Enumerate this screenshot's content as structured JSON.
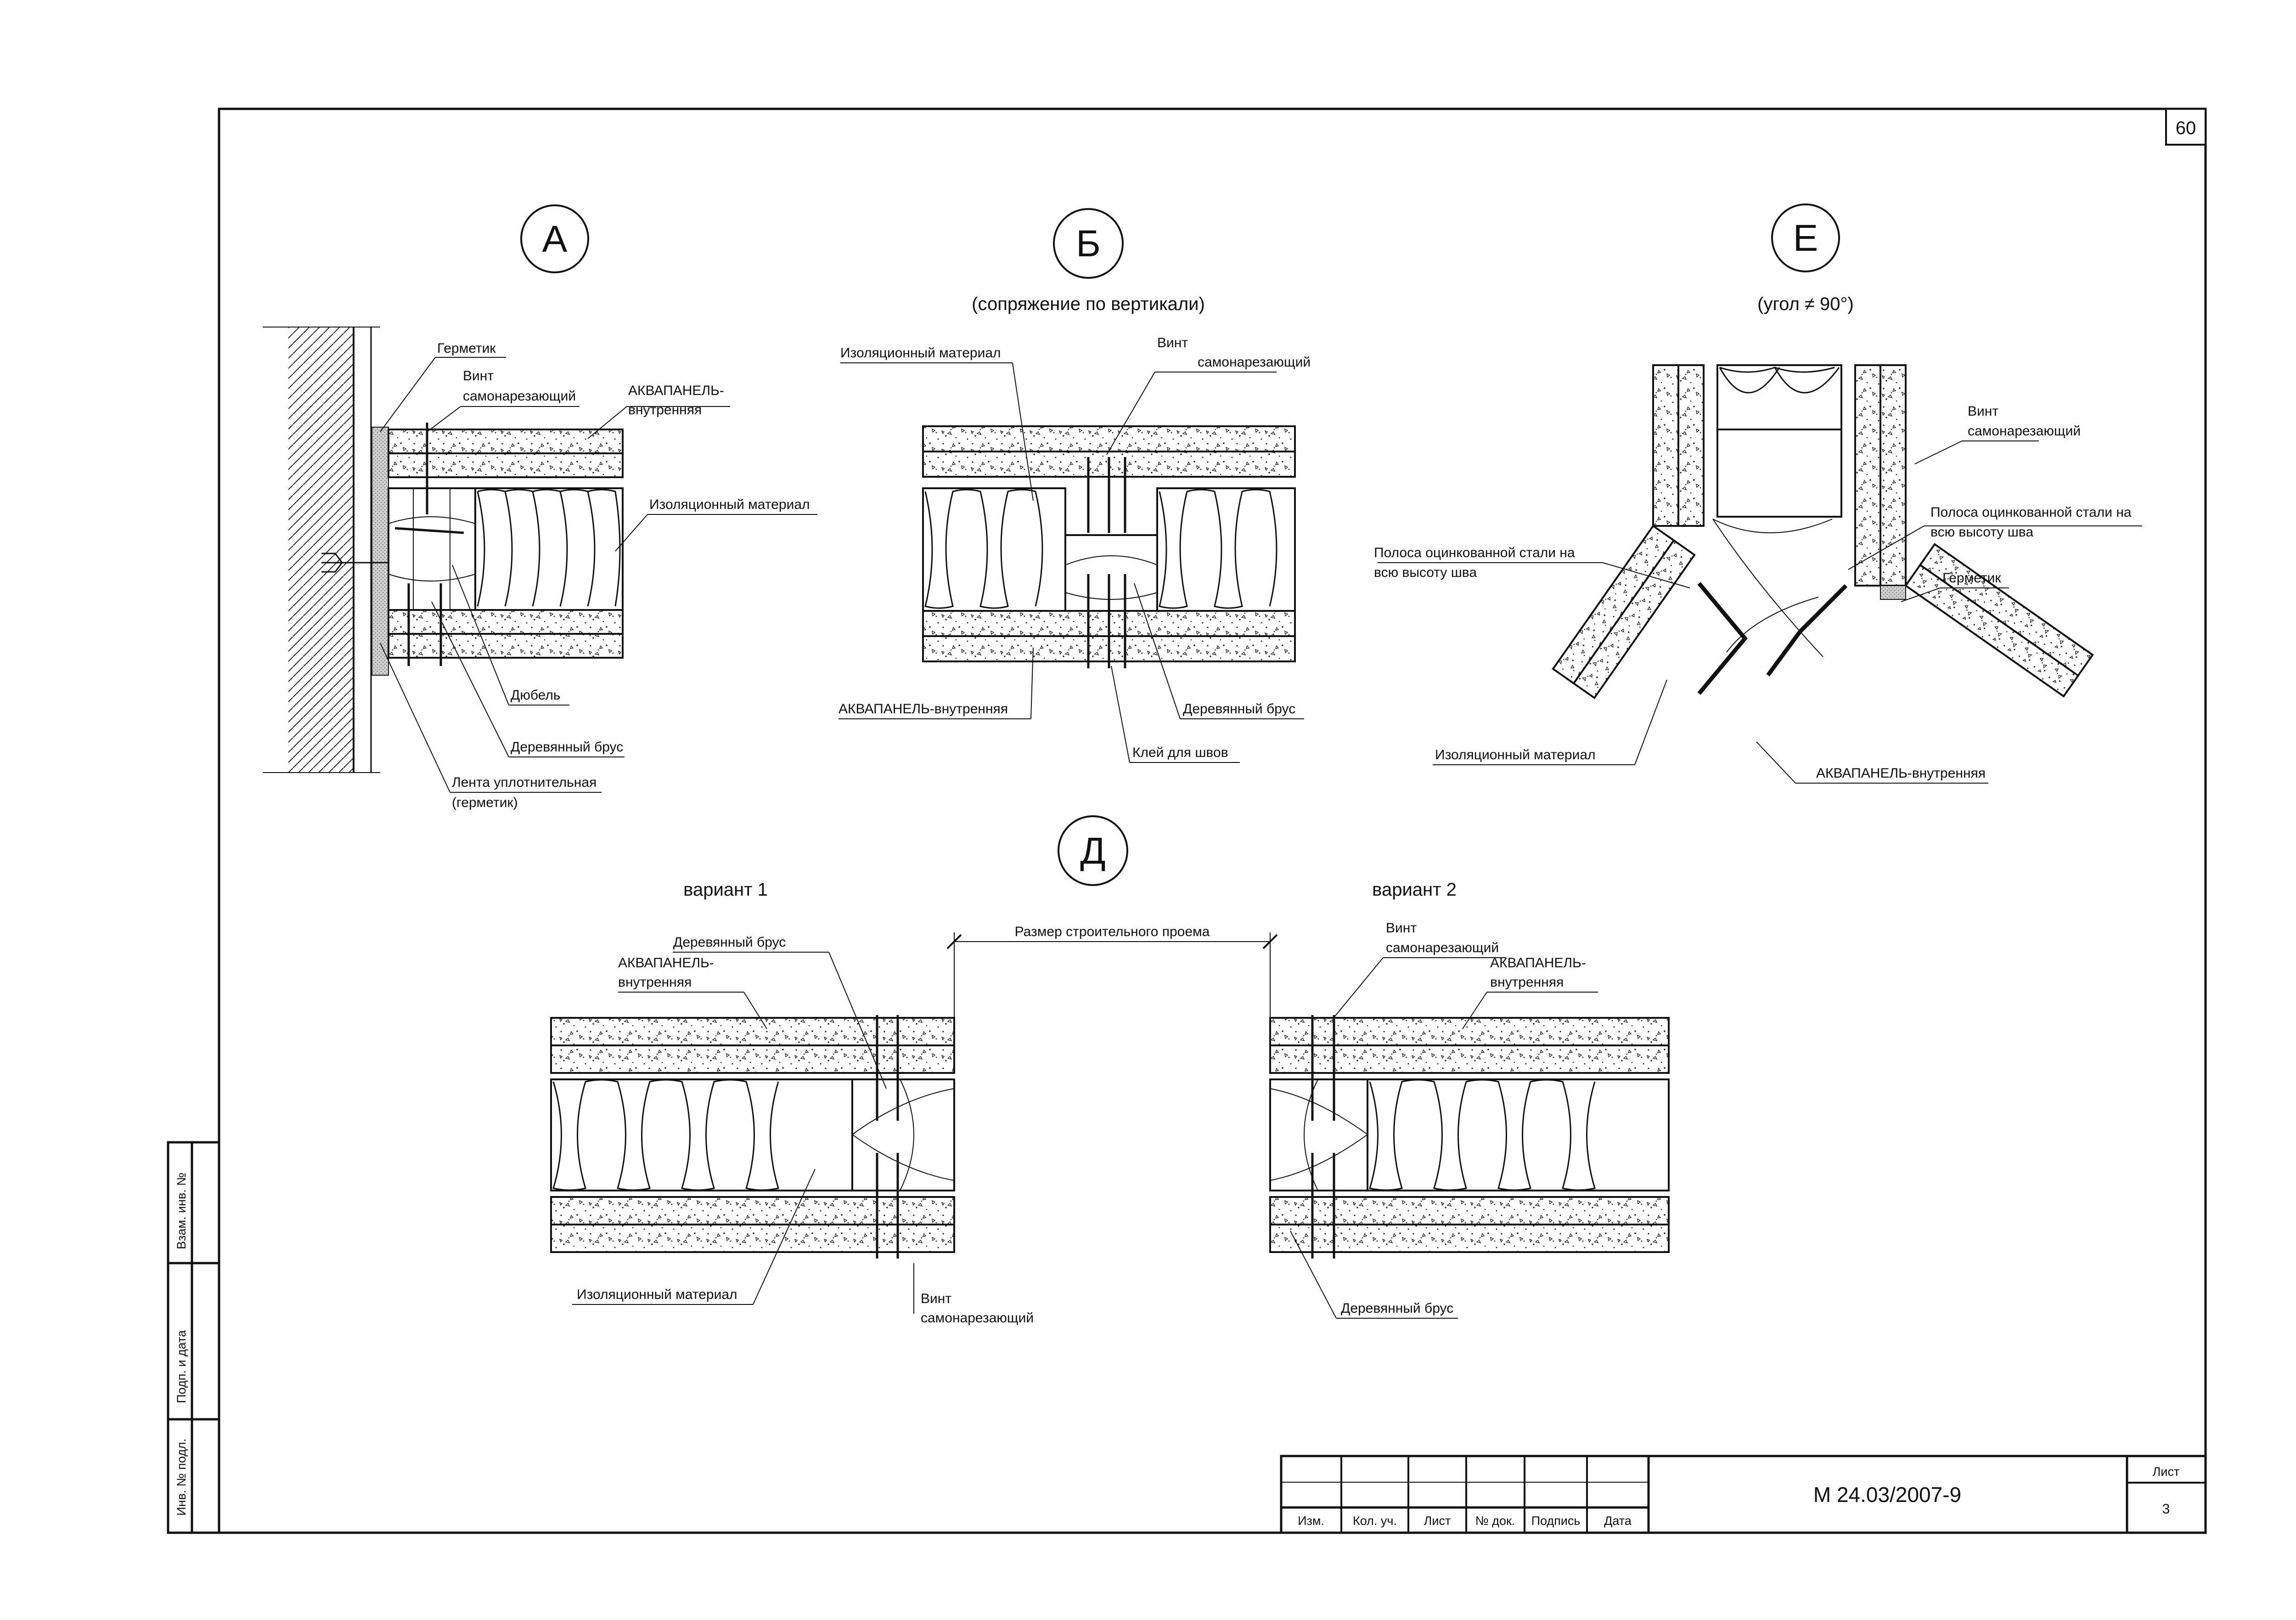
{
  "sheet_number": "60",
  "details": {
    "A": {
      "marker": "А",
      "labels": {
        "germetik": "Герметик",
        "vint_1": "Винт",
        "vint_2": "самонарезающий",
        "akva_1": "АКВАПАНЕЛЬ-",
        "akva_2": "внутренняя",
        "izol": "Изоляционный материал",
        "dyubel": "Дюбель",
        "brus": "Деревянный брус",
        "lenta_1": "Лента уплотнительная",
        "lenta_2": "(герметик)"
      }
    },
    "B": {
      "marker": "Б",
      "subtitle": "(сопряжение по вертикали)",
      "labels": {
        "izol": "Изоляционный материал",
        "vint_1": "Винт",
        "vint_2": "самонарезающий",
        "akva": "АКВАПАНЕЛЬ-внутренняя",
        "brus": "Деревянный брус",
        "klei": "Клей для швов"
      }
    },
    "E": {
      "marker": "Е",
      "subtitle": "(угол ≠ 90°)",
      "labels": {
        "vint_1": "Винт",
        "vint_2": "самонарезающий",
        "polosa_r1": "Полоса оцинкованной стали на",
        "polosa_r2": "всю высоту шва",
        "polosa_l1": "Полоса оцинкованной стали на",
        "polosa_l2": "всю высоту шва",
        "germetik": "Герметик",
        "izol": "Изоляционный материал",
        "akva": "АКВАПАНЕЛЬ-внутренняя"
      }
    },
    "D": {
      "marker": "Д",
      "variant1": "вариант 1",
      "variant2": "вариант 2",
      "opening": "Размер строительного проема",
      "v1_labels": {
        "brus": "Деревянный брус",
        "akva_1": "АКВАПАНЕЛЬ-",
        "akva_2": "внутренняя",
        "izol": "Изоляционный материал",
        "vint_1": "Винт",
        "vint_2": "самонарезающий"
      },
      "v2_labels": {
        "vint_1": "Винт",
        "vint_2": "самонарезающий",
        "akva_1": "АКВАПАНЕЛЬ-",
        "akva_2": "внутренняя",
        "brus": "Деревянный брус"
      }
    }
  },
  "side_stamp": {
    "inv_podl": "Инв. № подл.",
    "podp_data": "Подп. и дата",
    "vzam_inv": "Взам. инв. №"
  },
  "title_block": {
    "headers": [
      "Изм.",
      "Кол. уч.",
      "Лист",
      "№ док.",
      "Подпись",
      "Дата"
    ],
    "doc_code": "М 24.03/2007-9",
    "sheet_label": "Лист",
    "sheet_value": "3"
  }
}
